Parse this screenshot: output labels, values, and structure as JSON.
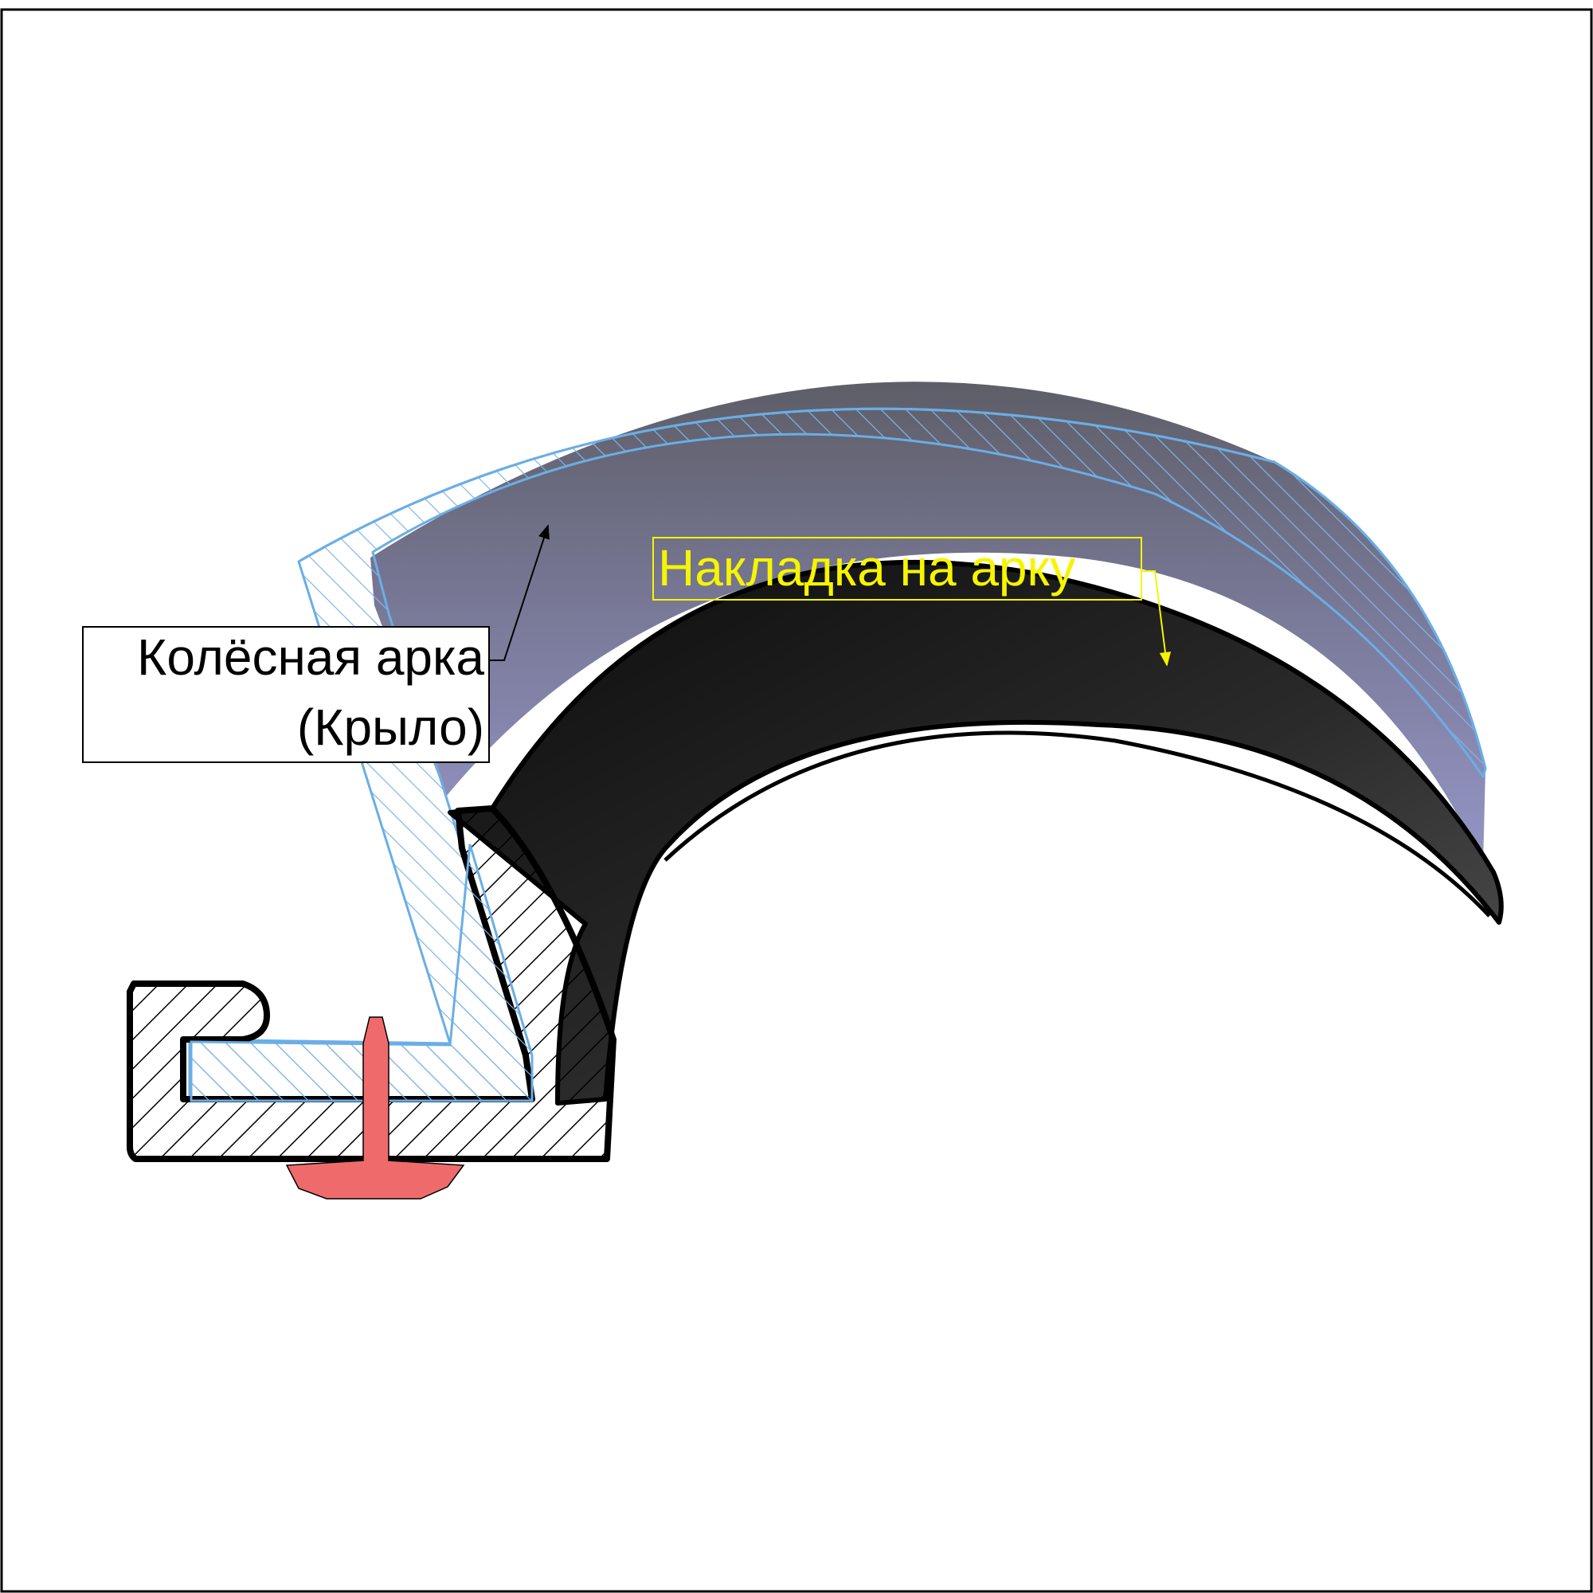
{
  "labels": {
    "wheel_arch_line1": "Колёсная арка",
    "wheel_arch_line2": "(Крыло)",
    "arch_cover": "Накладка на арку"
  },
  "colors": {
    "background": "#ffffff",
    "frame": "#000000",
    "fender_outline": "#6aaee6",
    "fender_hatch": "#7fb6e6",
    "trim_top": "#5e5e68",
    "trim_bottom": "#8e8ebf",
    "rubber_dark": "#111111",
    "rubber_light": "#3a3a3a",
    "profile_hatch": "#000000",
    "rivet": "#ef6b6b",
    "callout_yellow": "#f5f500",
    "callout_black": "#000000"
  },
  "icons": {
    "fender": "hatched-sheet-metal-section",
    "cover": "arch-trim-strip",
    "seal": "rubber-profile-section",
    "fastener": "rivet"
  }
}
